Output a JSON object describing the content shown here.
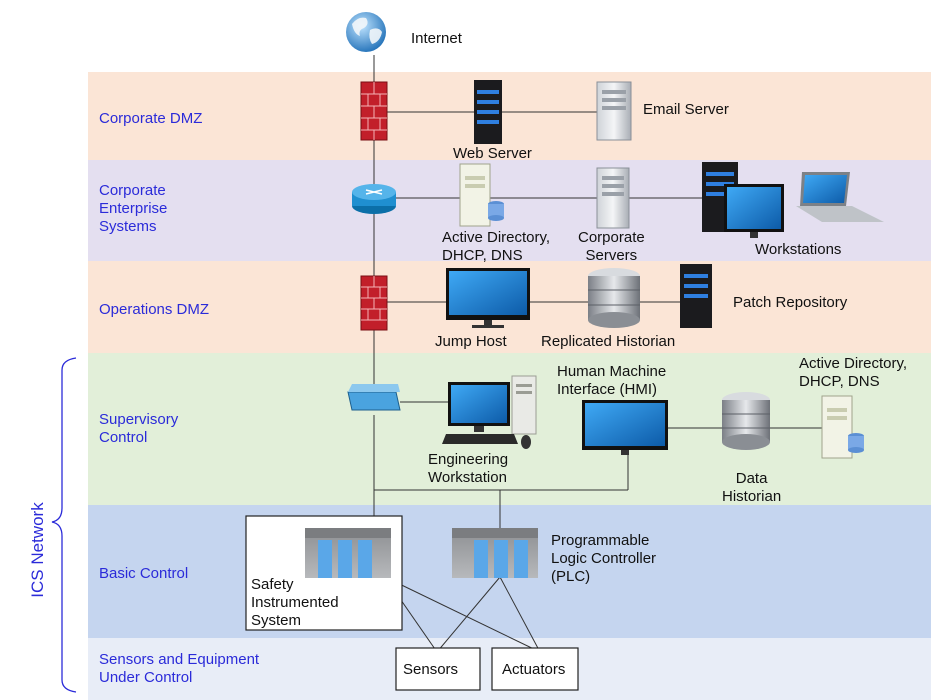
{
  "zones": {
    "corporate_dmz": "Corporate DMZ",
    "corporate_enterprise": [
      "Corporate",
      "Enterprise",
      "Systems"
    ],
    "operations_dmz": "Operations DMZ",
    "supervisory": [
      "Supervisory",
      "Control"
    ],
    "basic_control": "Basic Control",
    "sensors_equipment": [
      "Sensors and Equipment",
      "Under Control"
    ]
  },
  "ics_network": "ICS Network",
  "nodes": {
    "internet": "Internet",
    "web_server": "Web Server",
    "email_server": "Email Server",
    "active_directory_corp": [
      "Active Directory,",
      "DHCP, DNS"
    ],
    "corporate_servers": [
      "Corporate",
      "Servers"
    ],
    "workstations": "Workstations",
    "jump_host": "Jump Host",
    "replicated_historian": "Replicated Historian",
    "patch_repository": "Patch Repository",
    "hmi": [
      "Human Machine",
      "Interface (HMI)"
    ],
    "active_directory_sup": [
      "Active Directory,",
      "DHCP, DNS"
    ],
    "engineering_workstation": [
      "Engineering",
      "Workstation"
    ],
    "data_historian": [
      "Data",
      "Historian"
    ],
    "plc": [
      "Programmable",
      "Logic Controller",
      "(PLC)"
    ],
    "sis": [
      "Safety",
      "Instrumented",
      "System"
    ],
    "sensors": "Sensors",
    "actuators": "Actuators"
  },
  "colors": {
    "corporate_dmz": "#fbe5d6",
    "corporate_enterprise": "#e4dff0",
    "operations_dmz": "#fbe5d6",
    "supervisory": "#e2efd9",
    "basic_control": "#c5d5ef",
    "sensors_equipment": "#e8edf7",
    "zone_text": "#2b2bd9"
  }
}
